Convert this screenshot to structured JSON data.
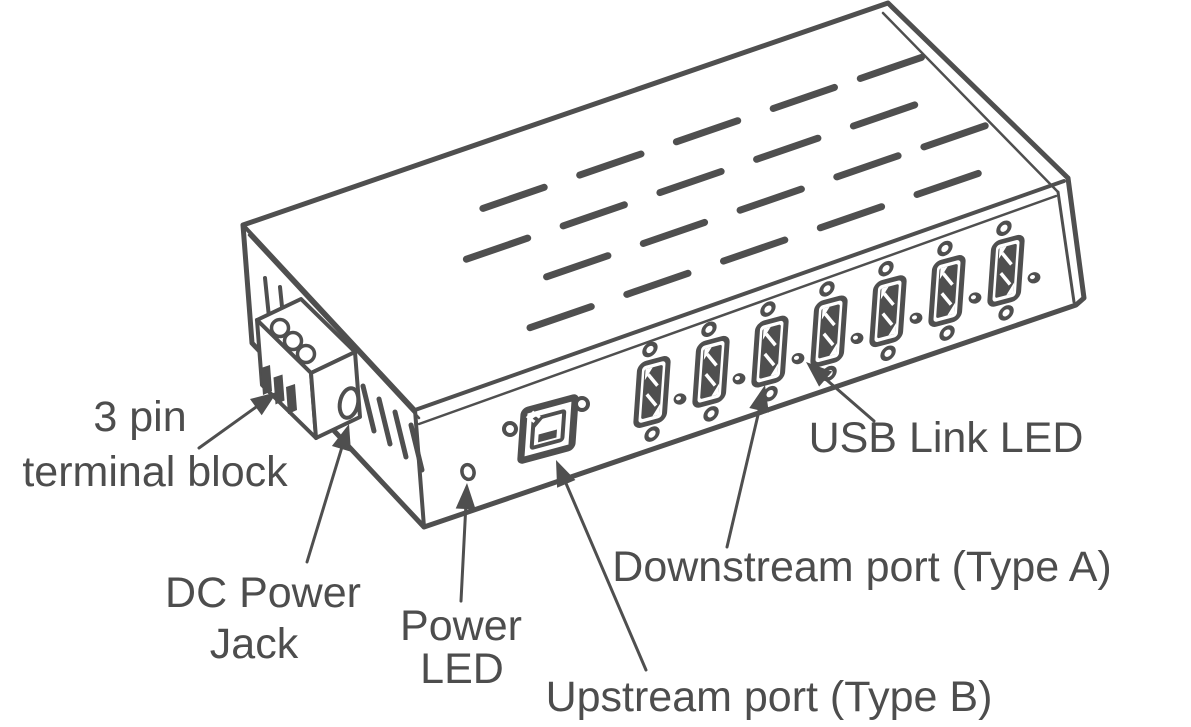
{
  "diagram": {
    "description": "isometric line drawing of an industrial USB hub with callout labels",
    "line_color": "#4f4f4f",
    "text_color": "#4d4d4d",
    "background_color": "#ffffff",
    "labels": {
      "terminal_block": {
        "line1": "3 pin",
        "line2": "terminal block"
      },
      "dc_power_jack": {
        "line1": "DC Power",
        "line2": "Jack"
      },
      "power_led": {
        "line1": "Power",
        "line2": "LED"
      },
      "upstream_port": {
        "text": "Upstream port (Type B)"
      },
      "downstream_port": {
        "text": "Downstream port (Type A)"
      },
      "usb_link_led": {
        "text": "USB Link LED"
      }
    },
    "features": {
      "downstream_port_count": 7,
      "usb_link_led_count": 7,
      "top_vent_slot_count": 20,
      "side_vent_slot_count": 6,
      "terminal_pin_count": 3
    }
  }
}
